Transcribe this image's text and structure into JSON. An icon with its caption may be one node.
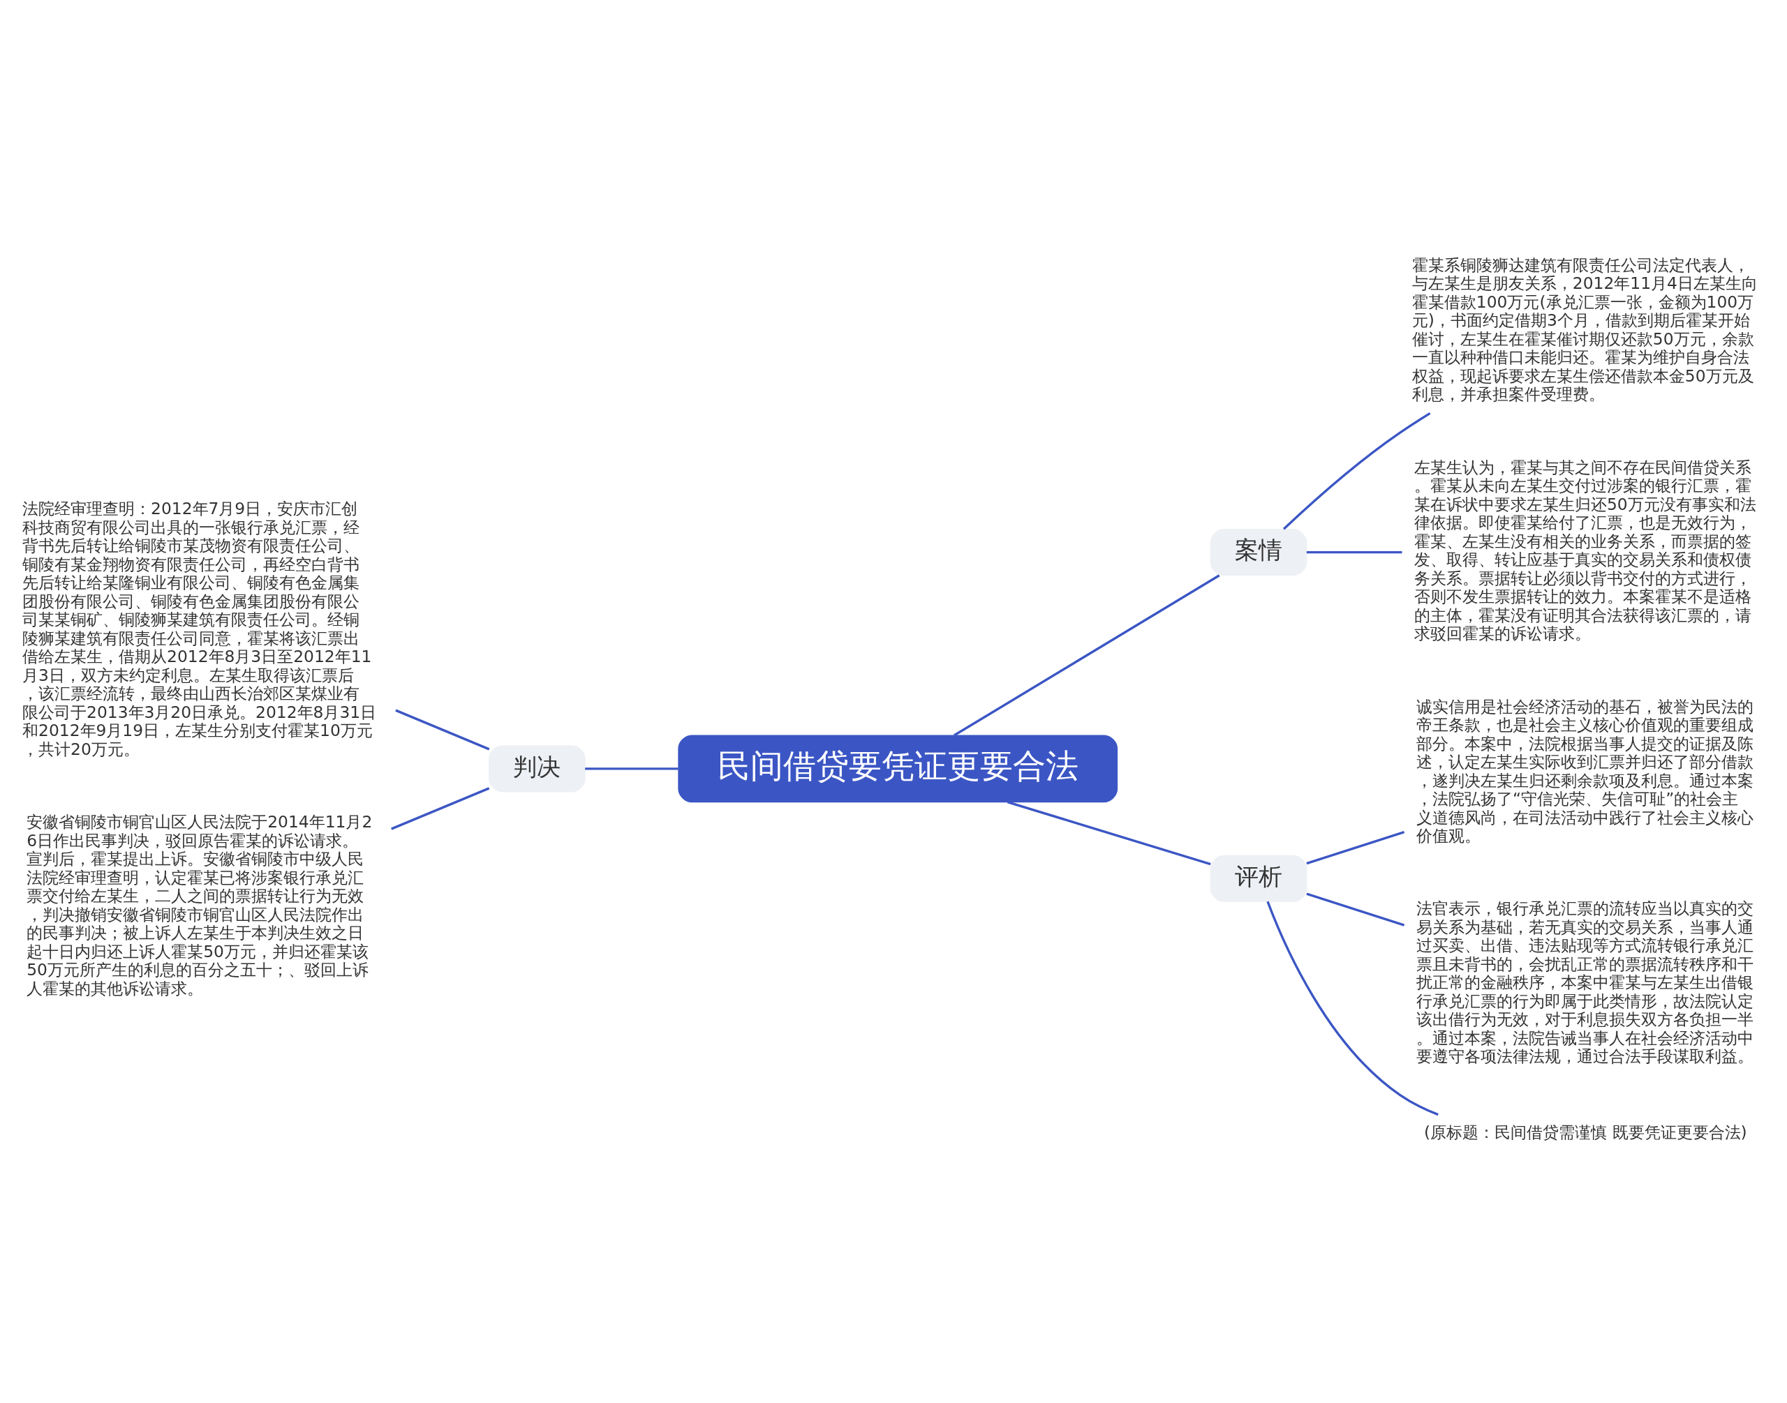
{
  "diagram": {
    "nodes": [
      {
        "text": [
          "民间借贷要凭证更要合法"
        ]
      },
      {
        "text": [
          "案情"
        ]
      },
      {
        "text": [
          "霍某系铜陵狮达建筑有限责任公司法定代表人，与左某生是朋友关系，2012年11月4日左某生向霍某借款100万元(承兑汇票一张，金额为100万元)，书面约定借期3个月，借款到期后霍某开始催讨，左某生在霍某催讨期仅还款50万元，余款一直以种种借口未能归还。霍某为维护自身合法权益，现起诉要求左某生偿还借款本金50万元及利息，并承担案件受理费。"
        ]
      },
      {
        "text": [
          "左某生认为，霍某与其之间不存在民间借贷关系。霍某从未向左某生交付过涉案的银行汇票，霍某在诉状中要求左某生归还50万元没有事实和法律依据。即使霍某给付了汇票，也是无效行为，霍某、左某生没有相关的业务关系，而票据的签发、取得、转让应基于真实的交易关系和债权债务关系。票据转让必须以背书交付的方式进行，否则不发生票据转让的效力。本案霍某不是适格的主体，霍某没有证明其合法获得该汇票的，请求驳回霍某的诉讼请求。"
        ]
      },
      {
        "text": [
          "判决"
        ]
      },
      {
        "text": [
          "法院经审理查明：2012年7月9日，安庆市汇创科技商贸有限公司出具的一张银行承兑汇票，经背书先后转让给铜陵市某茂物资有限责任公司、铜陵有某金翔物资有限责任公司，再经空白背书先后转让给某隆铜业有限公司、铜陵有色金属集团股份有限公司、铜陵有色金属集团股份有限公司某某铜矿、铜陵狮某建筑有限责任公司。经铜陵狮某建筑有限责任公司同意，霍某将该汇票出借给左某生，借期从2012年8月3日至2012年11月3日，双方未约定利息。左某生取得该汇票后，该汇票经流转，最终由山西长治郊区某煤业有限公司于2013年3月20日承兑。2012年8月31日和2012年9月19日，左某生分别支付霍某10万元，共计20万元。"
        ]
      },
      {
        "text": [
          "安徽省铜陵市铜官山区人民法院于2014年11月26日作出民事判决，驳回原告霍某的诉讼请求。宣判后，霍某提出上诉。安徽省铜陵市中级人民法院经审理查明，认定霍某已将涉案银行承兑汇票交付给左某生，二人之间的票据转让行为无效，判决撤销安徽省铜陵市铜官山区人民法院作出的民事判决；被上诉人左某生于本判决生效之日起十日内归还上诉人霍某50万元，并归还霍某该50万元所产生的利息的百分之五十；、驳回上诉人霍某的其他诉讼请求。"
        ]
      },
      {
        "text": [
          "评析"
        ]
      },
      {
        "text": [
          "诚实信用是社会经济活动的基石，被誉为民法的帝王条款，也是社会主义核心价值观的重要组成部分。本案中，法院根据当事人提交的证据及陈述，认定左某生实际收到汇票并归还了部分借款，遂判决左某生归还剩余款项及利息。通过本案，法院弘扬了“守信光荣、失信可耻”的社会主义道德风尚，在司法活动中践行了社会主义核心价值观。"
        ]
      },
      {
        "text": [
          "法官表示，银行承兑汇票的流转应当以真实的交易关系为基础，若无真实的交易关系，当事人通过买卖、出借、违法贴现等方式流转银行承兑汇票且未背书的，会扰乱正常的票据流转秩序和干扰正常的金融秩序，本案中霍某与左某生出借银行承兑汇票的行为即属于此类情形，故法院认定该出借行为无效，对于利息损失双方各负担一半。通过本案，法院告诫当事人在社会经济活动中要遵守各项法律法规，通过合法手段谋取利益。"
        ]
      },
      {
        "text": [
          "(原标题：民间借贷需谨慎 既要凭证更要合法)"
        ]
      }
    ],
    "edges": [
      {
        "from": 0,
        "to": 1,
        "arrow": "none"
      },
      {
        "from": 1,
        "to": 2,
        "arrow": "none"
      },
      {
        "from": 1,
        "to": 3,
        "arrow": "none"
      },
      {
        "from": 0,
        "to": 4,
        "arrow": "none"
      },
      {
        "from": 4,
        "to": 5,
        "arrow": "none"
      },
      {
        "from": 4,
        "to": 6,
        "arrow": "none"
      },
      {
        "from": 0,
        "to": 7,
        "arrow": "none"
      },
      {
        "from": 7,
        "to": 8,
        "arrow": "none"
      },
      {
        "from": 7,
        "to": 9,
        "arrow": "none"
      },
      {
        "from": 7,
        "to": 10,
        "arrow": "none"
      }
    ]
  }
}
